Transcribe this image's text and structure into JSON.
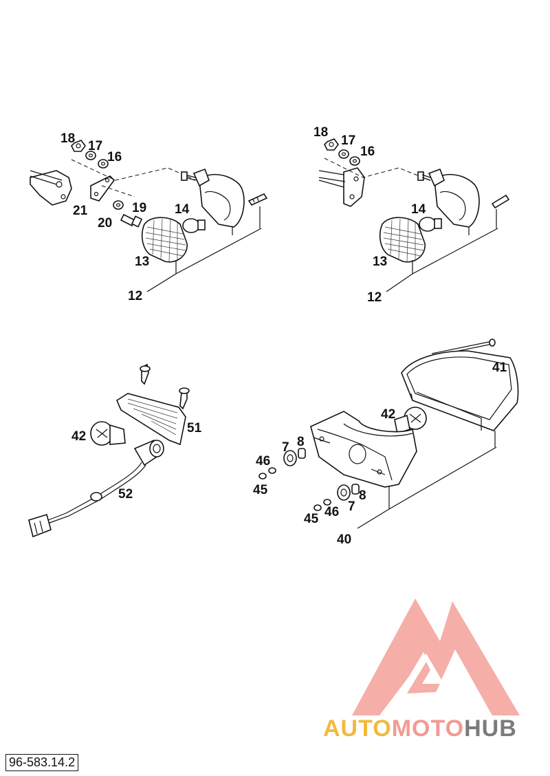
{
  "labels": {
    "tl": {
      "l18": "18",
      "l17": "17",
      "l16": "16",
      "l21": "21",
      "l20": "20",
      "l19": "19",
      "l14": "14",
      "l13": "13",
      "l12": "12"
    },
    "tr": {
      "l18": "18",
      "l17": "17",
      "l16": "16",
      "l14": "14",
      "l13": "13",
      "l12": "12"
    },
    "bl": {
      "l42": "42",
      "l51": "51",
      "l52": "52"
    },
    "br": {
      "l41": "41",
      "l42": "42",
      "l7a": "7",
      "l8a": "8",
      "l46a": "46",
      "l45a": "45",
      "l8b": "8",
      "l7b": "7",
      "l45b": "45",
      "l46b": "46",
      "l40": "40"
    }
  },
  "reference_code": "96-583.14.2",
  "watermark": {
    "part1": "AUTO",
    "part2": "MOTO",
    "part3": "HUB",
    "colors": {
      "part1": "#f3b93c",
      "part2": "#f29a94",
      "part3": "#7b7b7b",
      "logo": "#f4a09a"
    }
  }
}
